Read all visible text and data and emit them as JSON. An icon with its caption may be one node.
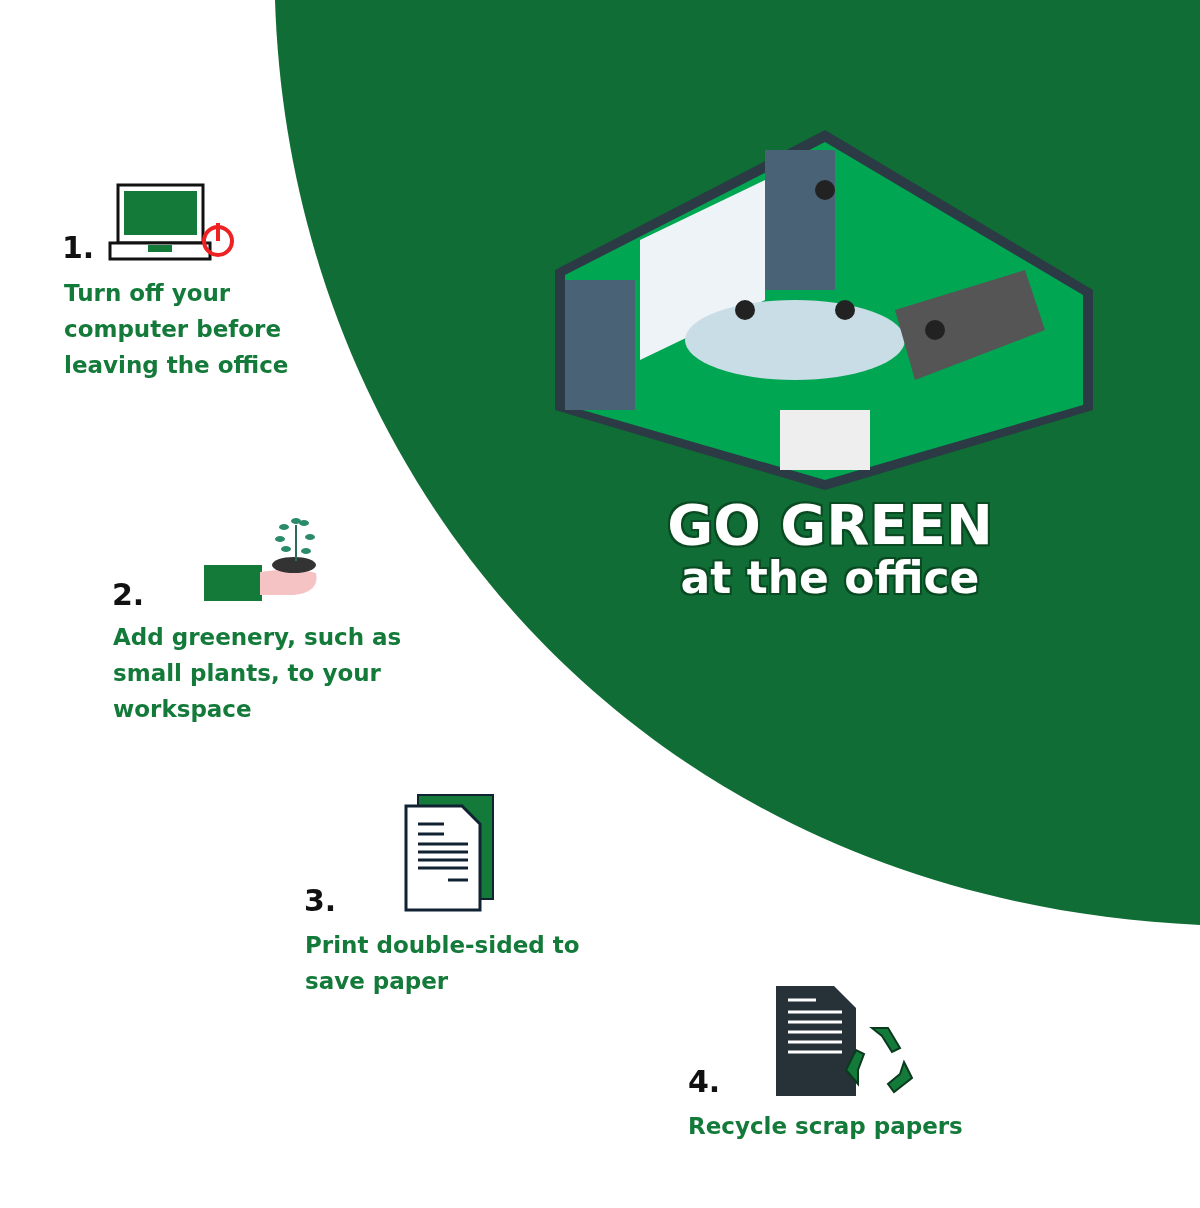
{
  "diagram": {
    "title": "GO GREEN",
    "labels": [
      "1.",
      "Turn off your computer before leaving the office",
      "at the office",
      "2.",
      "Add greenery, such as small plants, to your workspace",
      "3.",
      "Print double-sided to save paper",
      "4.",
      "Recycle scrap papers"
    ]
  }
}
